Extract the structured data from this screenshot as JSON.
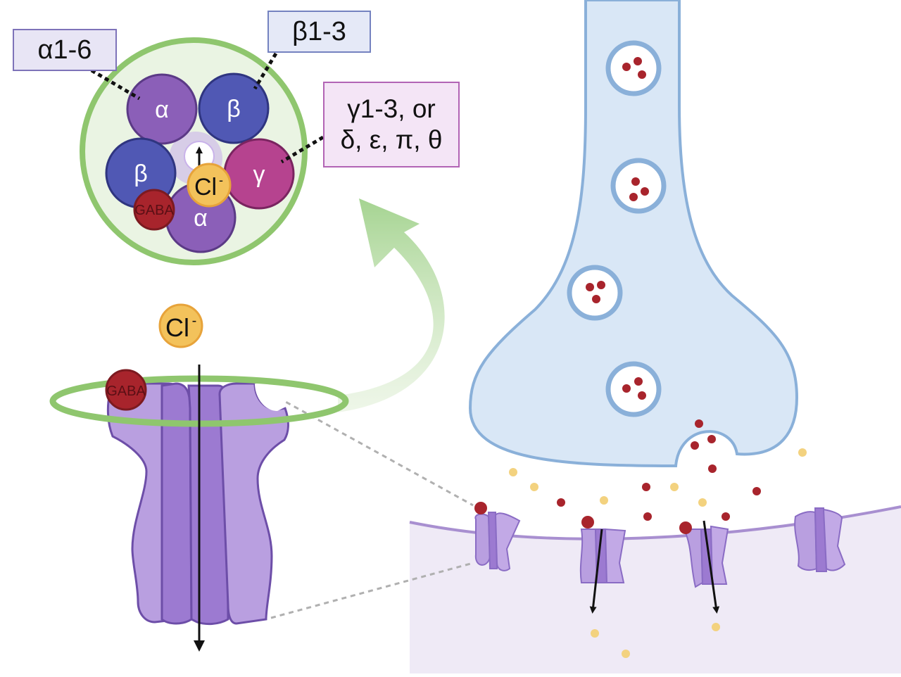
{
  "labels": {
    "alpha_family": "α1-6",
    "beta_family": "β1-3",
    "gamma_family_line1": "γ1-3, or",
    "gamma_family_line2": "δ, ε, π, θ"
  },
  "subunits": {
    "alpha_top": "α",
    "beta_top": "β",
    "beta_left": "β",
    "gamma": "γ",
    "alpha_bottom": "α"
  },
  "ions": {
    "chloride_top": "Cl",
    "chloride_top_sup": "-",
    "chloride_mid": "Cl",
    "chloride_mid_sup": "-"
  },
  "ligand": {
    "gaba_top": "GABA",
    "gaba_mid": "GABA"
  },
  "colors": {
    "alpha": "#8b5fb8",
    "beta": "#5058b4",
    "gamma": "#b6438f",
    "gaba": "#a8242c",
    "chloride": "#f3c25b",
    "ring": "#8fc66e",
    "presynaptic": "#d9e7f6",
    "postsynaptic": "#efeaf6"
  }
}
